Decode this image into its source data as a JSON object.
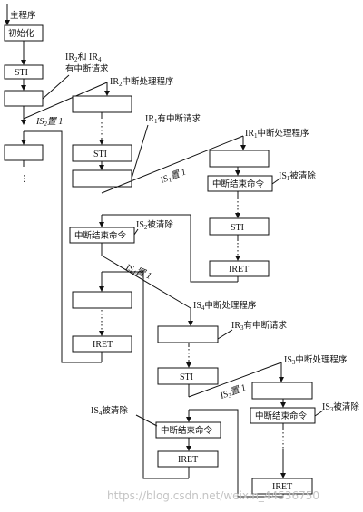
{
  "labels": {
    "main_program": "主程序",
    "init": "初始化",
    "sti": "STI",
    "iret": "IRET",
    "eoi": "中断结束命令",
    "ir2_ir4_request_line1": "IR",
    "ir2_ir4_request_sub2": "2",
    "ir2_ir4_request_and": "和 IR",
    "ir2_ir4_request_sub4": "4",
    "ir2_ir4_request_line2": "有中断请求",
    "ir2_handler_prefix": "IR",
    "ir2_handler_sub": "2",
    "ir2_handler_text": "中断处理程序",
    "ir1_request_prefix": "IR",
    "ir1_request_sub": "1",
    "ir1_request_text": "有中断请求",
    "ir1_handler_prefix": "IR",
    "ir1_handler_sub": "1",
    "ir1_handler_text": "中断处理程序",
    "is1_cleared_prefix": "IS",
    "is1_cleared_sub": "1",
    "is1_cleared_text": "被清除",
    "is2_cleared_prefix": "IS",
    "is2_cleared_sub": "2",
    "is2_cleared_text": "被清除",
    "ir4_handler_prefix": "IS",
    "ir4_handler_sub": "4",
    "ir4_handler_text": "中断处理程序",
    "ir3_request_prefix": "IR",
    "ir3_request_sub": "3",
    "ir3_request_text": "有中断请求",
    "is3_handler_prefix": "IS",
    "is3_handler_sub": "3",
    "is3_handler_text": "中断处理程序",
    "is4_cleared_prefix": "IS",
    "is4_cleared_sub": "4",
    "is4_cleared_text": "被清除",
    "is3_cleared_prefix": "IS",
    "is3_cleared_sub": "3",
    "is3_cleared_text": "被清除",
    "is2_set_prefix": "IS",
    "is2_set_sub": "2",
    "is2_set_text": "置 1",
    "is1_set_prefix": "IS",
    "is1_set_sub": "1",
    "is1_set_text": "置 1",
    "is4_set_prefix": "IS",
    "is4_set_sub": "4",
    "is4_set_text": "置 1",
    "is3_set_prefix": "IS",
    "is3_set_sub": "3",
    "is3_set_text": "置 1",
    "ellipsis": "⋮"
  },
  "watermark": "https://blog.csdn.net/weixin_44536750"
}
